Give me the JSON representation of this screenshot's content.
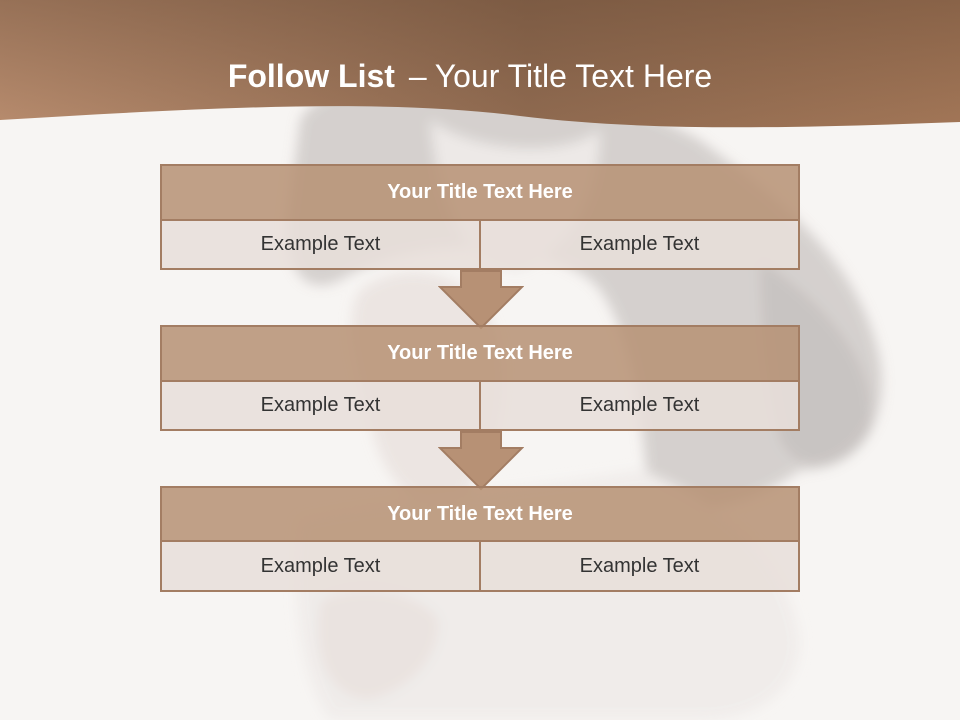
{
  "slide": {
    "title_bold": "Follow List",
    "title_separator": "–",
    "title_rest": "Your Title Text Here"
  },
  "steps": [
    {
      "title": "Your Title Text Here",
      "left": "Example Text",
      "right": "Example Text"
    },
    {
      "title": "Your Title Text Here",
      "left": "Example Text",
      "right": "Example Text"
    },
    {
      "title": "Your Title Text Here",
      "left": "Example Text",
      "right": "Example Text"
    }
  ],
  "colors": {
    "banner_light": "#b88c6e",
    "banner_dark": "#6e4f3a",
    "box_header": "#b79175",
    "box_border": "#a37d63",
    "box_cell": "#e8deda",
    "text_dark": "#333333"
  }
}
